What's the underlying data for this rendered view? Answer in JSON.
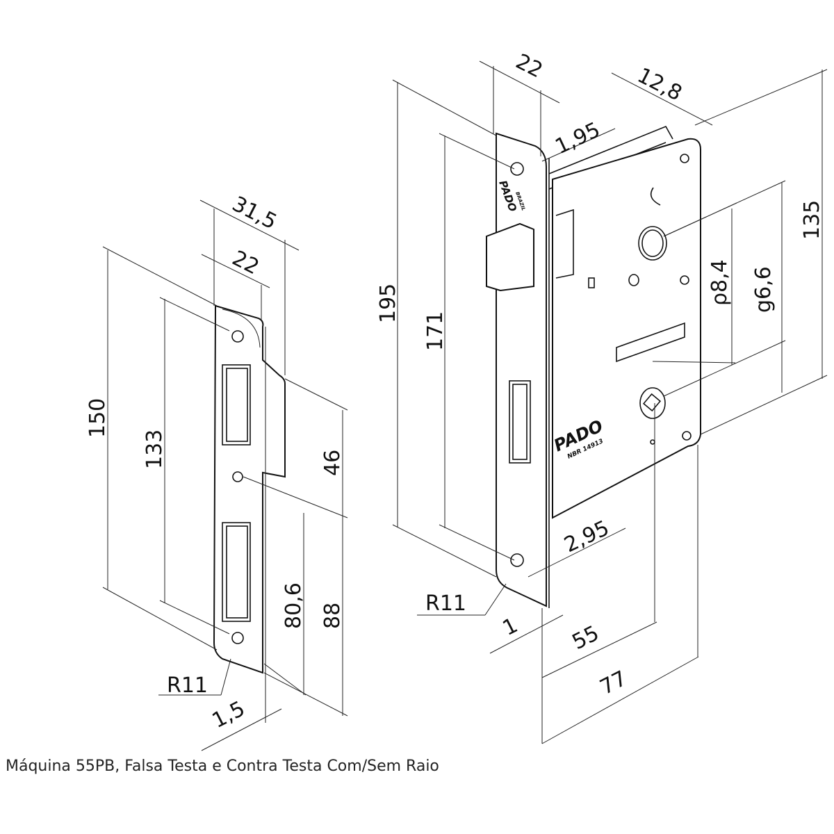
{
  "caption": "Máquina 55PB, Falsa Testa e Contra Testa Com/Sem Raio",
  "strike_plate": {
    "dimensions": {
      "width_total": "31,5",
      "width": "22",
      "height_total": "150",
      "hole_spacing": "133",
      "tab_height": "46",
      "lower": "88",
      "lower_inner": "80,6",
      "radius": "R11",
      "thickness": "1,5"
    }
  },
  "lock_body": {
    "dimensions": {
      "front_width": "22",
      "depth": "12,8",
      "front_thickness": "1,95",
      "height_total": "195",
      "hole_spacing": "171",
      "body_height": "135",
      "hub_distance_a": "ρ8,4",
      "hub_distance_b": "g6,6",
      "offset": "2,95",
      "radius": "R11",
      "gap": "1",
      "backset": "55",
      "total_depth": "77"
    },
    "logo": {
      "front": "PADO",
      "front_sub": "BRAZIL",
      "body": "PADO",
      "body_sub": "NBR 14913"
    }
  }
}
